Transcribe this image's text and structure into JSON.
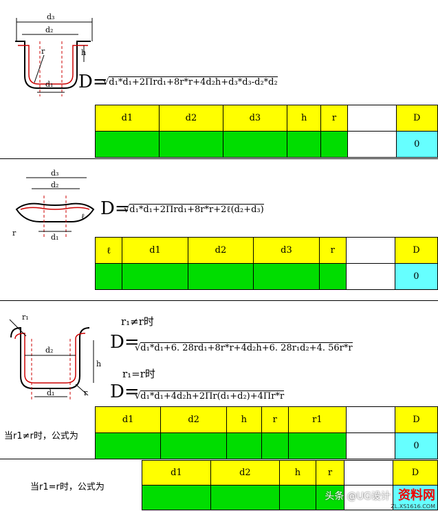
{
  "sections": {
    "s1": {
      "formula_lead": "D=",
      "formula": "d₁*d₁+2Πrd₁+8r*r+4d₂h+d₃*d₃-d₂*d₂",
      "diagram_labels": {
        "d3": "d₃",
        "d2": "d₂",
        "h": "h",
        "r": "r",
        "d1": "d₁"
      },
      "headers": [
        "d1",
        "d2",
        "d3",
        "h",
        "r",
        "",
        "D"
      ],
      "result": "0"
    },
    "s2": {
      "formula_lead": "D=",
      "formula": "d₁*d₁+2Πrd₁+8r*r+2ℓ(d₂+d₃)",
      "diagram_labels": {
        "d3": "d₃",
        "d2": "d₂",
        "l": "ℓ",
        "r": "r",
        "d1": "d₁"
      },
      "headers": [
        "ℓ",
        "d1",
        "d2",
        "d3",
        "r",
        "",
        "D"
      ],
      "result": "0"
    },
    "s3": {
      "cond1": "r₁≠r时",
      "formula1_lead": "D=",
      "formula1": "d₁*d₁+6. 28rd₁+8r*r+4d₂h+6. 28r₁d₂+4. 56r*r",
      "cond2": "r₁=r时",
      "formula2_lead": "D=",
      "formula2": "d₁*d₁+4d₂h+2Πr(d₁+d₂)+4Πr*r",
      "diagram_labels": {
        "r1": "r₁",
        "d2": "d₂",
        "h": "h",
        "r": "r",
        "d1": "d₁"
      },
      "row_label": "当r1≠r时，公式为",
      "headers": [
        "d1",
        "d2",
        "h",
        "r",
        "r1",
        "",
        "D"
      ],
      "result": "0"
    },
    "s4": {
      "row_label": "当r1=r时，公式为",
      "headers": [
        "d1",
        "d2",
        "h",
        "r",
        "",
        "D"
      ],
      "result": ""
    }
  },
  "watermark": {
    "text": "头条 @UG设计",
    "logo": "资料网",
    "url": "ZL.XS1616.COM"
  }
}
